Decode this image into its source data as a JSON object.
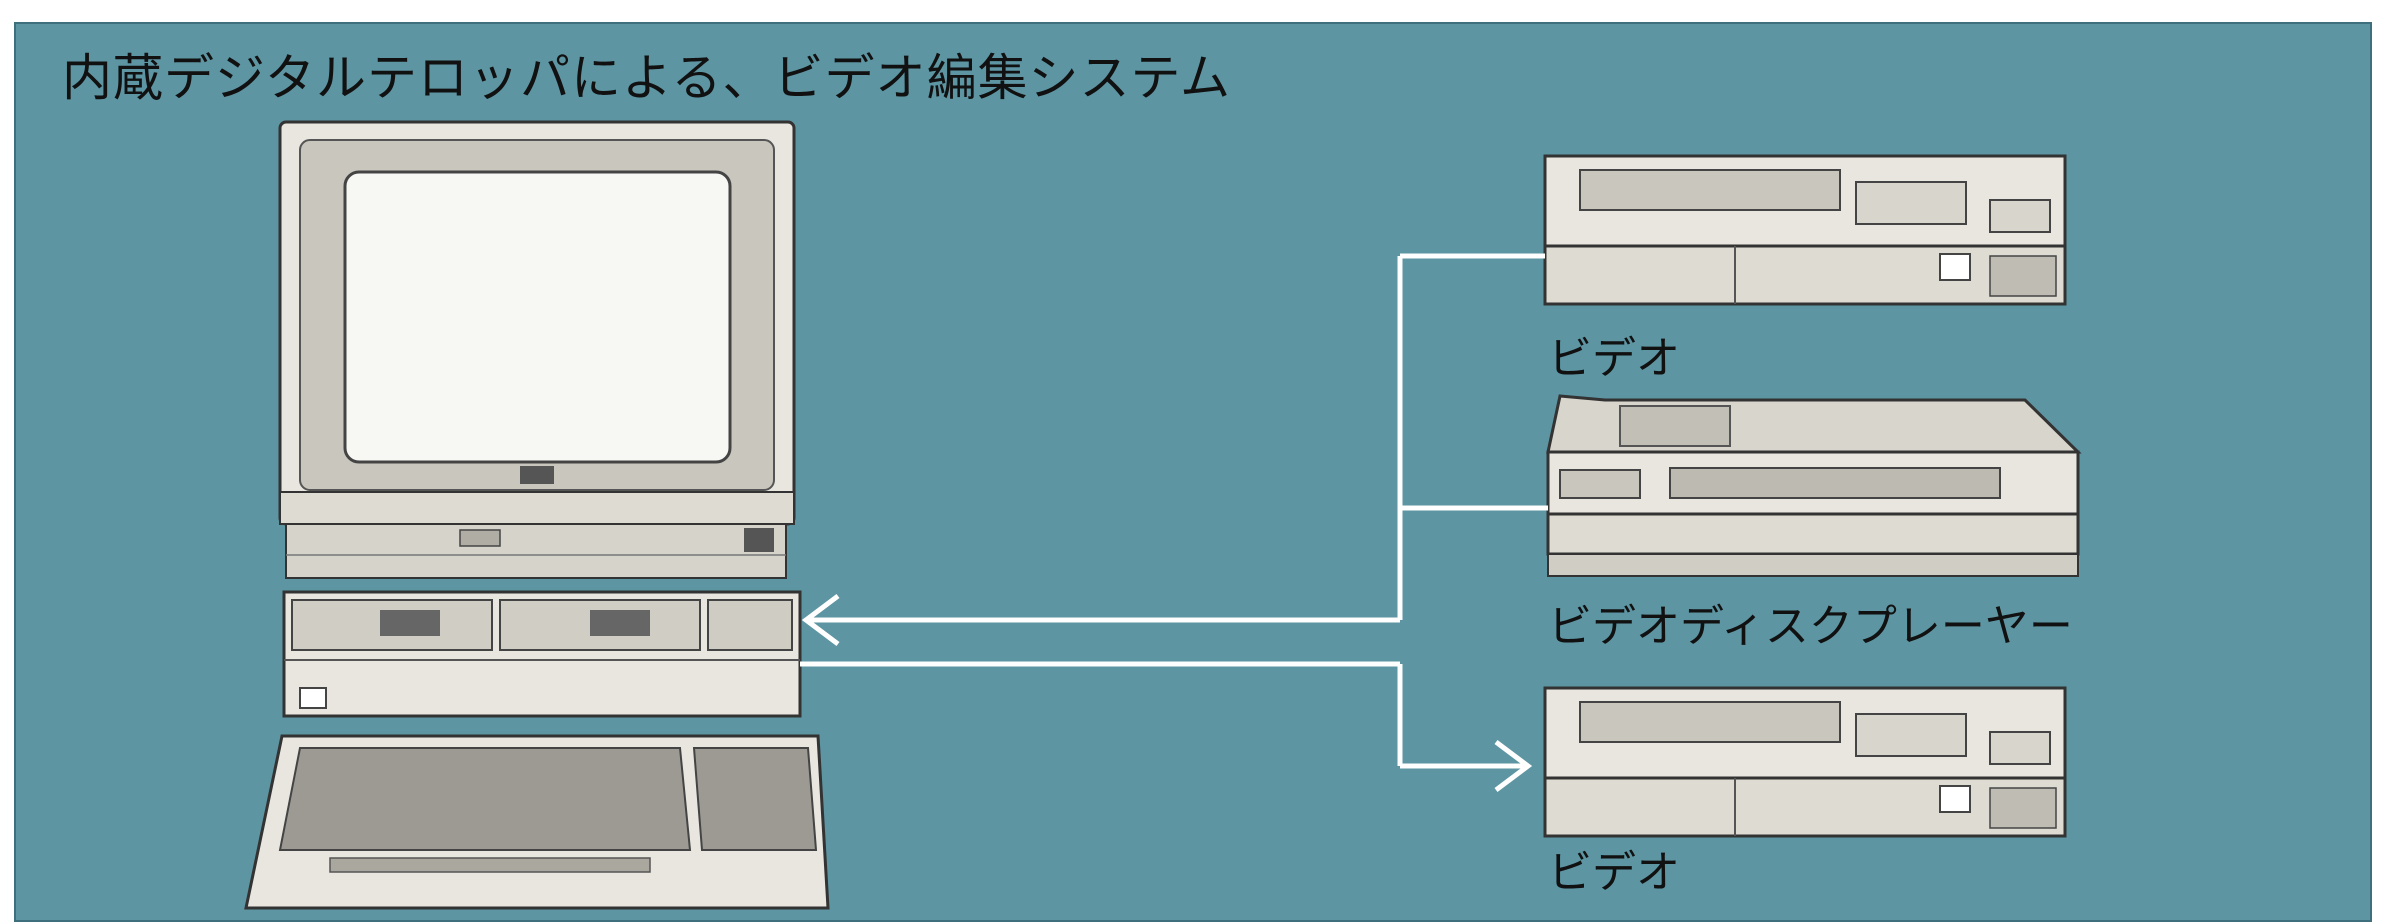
{
  "title": "内蔵デジタルテロッパによる、ビデオ編集システム",
  "devices": {
    "vcr_top": {
      "label": "ビデオ"
    },
    "disc_player": {
      "label": "ビデオディスクプレーヤー"
    },
    "vcr_bottom": {
      "label": "ビデオ"
    }
  },
  "colors": {
    "background": "#5d95a3",
    "connector": "#ffffff",
    "device_body": "#e8e6df",
    "device_outline": "#333333"
  }
}
